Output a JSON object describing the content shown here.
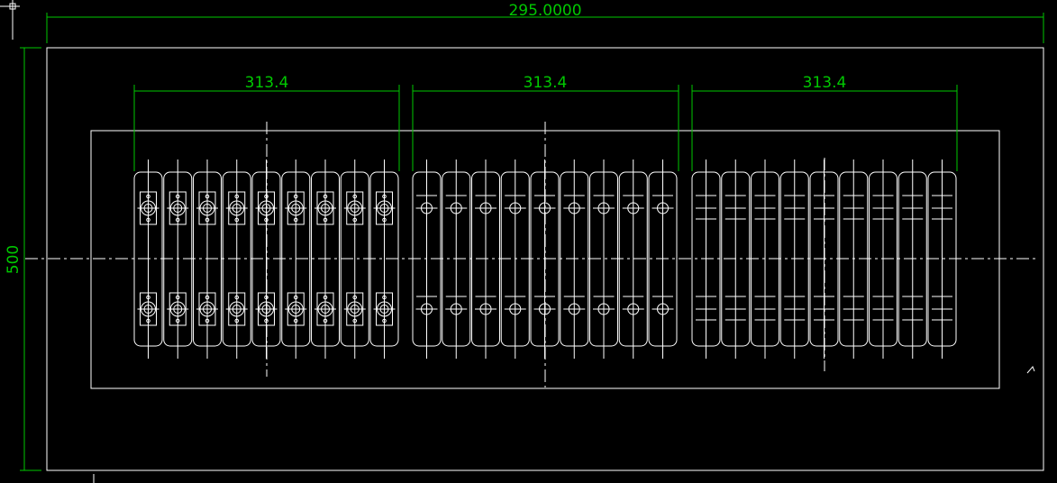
{
  "drawing": {
    "colors": {
      "background": "#000000",
      "geometry": "#ffffff",
      "dimension": "#00c800"
    },
    "overall_width_label": "295.0000",
    "overall_height_label": "500",
    "groups": [
      {
        "label": "313.4",
        "style": "double-ring-boxed",
        "slots": 9
      },
      {
        "label": "313.4",
        "style": "single-ring",
        "slots": 9
      },
      {
        "label": "313.4",
        "style": "crossbar",
        "slots": 9
      }
    ]
  }
}
